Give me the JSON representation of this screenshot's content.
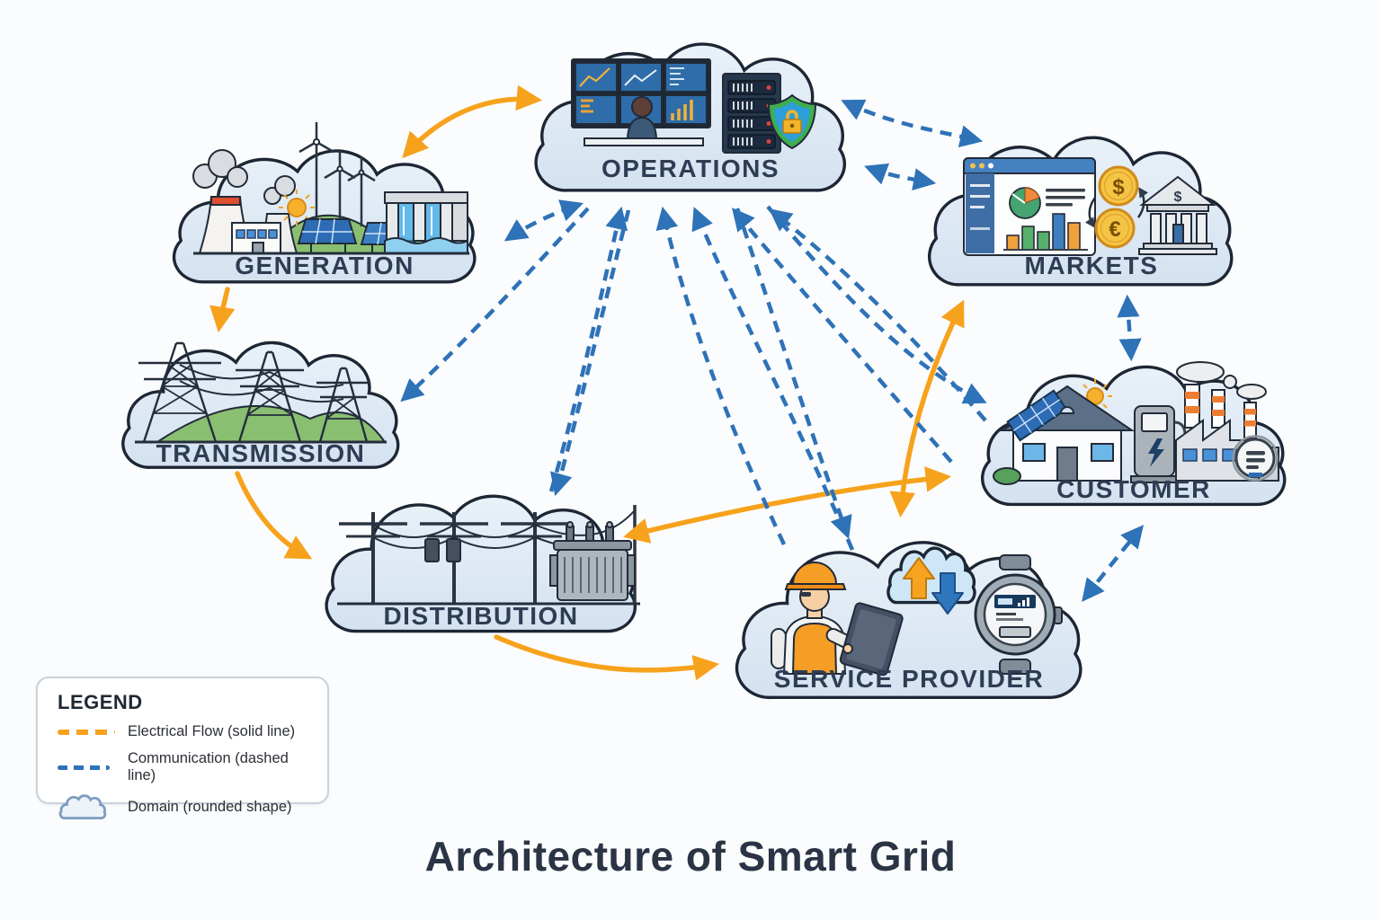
{
  "title": "Architecture of Smart Grid",
  "diagram": {
    "nodes": [
      {
        "id": "generation",
        "label": "GENERATION"
      },
      {
        "id": "transmission",
        "label": "TRANSMISSION"
      },
      {
        "id": "distribution",
        "label": "DISTRIBUTION"
      },
      {
        "id": "operations",
        "label": "OPERATIONS"
      },
      {
        "id": "markets",
        "label": "MARKETS"
      },
      {
        "id": "service_provider",
        "label": "SERVICE PROVIDER"
      },
      {
        "id": "customer",
        "label": "CUSTOMER"
      }
    ],
    "edges": [
      {
        "from": "generation",
        "to": "operations",
        "type": "electrical",
        "bidirectional": true
      },
      {
        "from": "generation",
        "to": "transmission",
        "type": "electrical",
        "bidirectional": false
      },
      {
        "from": "transmission",
        "to": "distribution",
        "type": "electrical",
        "bidirectional": false
      },
      {
        "from": "distribution",
        "to": "service_provider",
        "type": "electrical",
        "bidirectional": false
      },
      {
        "from": "distribution",
        "to": "customer",
        "type": "electrical",
        "bidirectional": true
      },
      {
        "from": "markets",
        "to": "service_provider",
        "type": "electrical",
        "bidirectional": true
      },
      {
        "from": "generation",
        "to": "operations",
        "type": "communication",
        "bidirectional": true
      },
      {
        "from": "operations",
        "to": "markets",
        "type": "communication",
        "bidirectional": true,
        "lines": 2
      },
      {
        "from": "operations",
        "to": "transmission",
        "type": "communication",
        "bidirectional": true
      },
      {
        "from": "operations",
        "to": "distribution",
        "type": "communication",
        "bidirectional": true
      },
      {
        "from": "operations",
        "to": "service_provider",
        "type": "communication",
        "bidirectional": true
      },
      {
        "from": "operations",
        "to": "customer",
        "type": "communication",
        "bidirectional": true
      },
      {
        "from": "markets",
        "to": "customer",
        "type": "communication",
        "bidirectional": true
      },
      {
        "from": "service_provider",
        "to": "customer",
        "type": "communication",
        "bidirectional": true
      }
    ],
    "symbols": {
      "coin_top": "$",
      "coin_bottom": "€",
      "bank_sign": "$"
    }
  },
  "legend": {
    "title": "LEGEND",
    "items": [
      {
        "swatch": "electrical",
        "label": "Electrical Flow (solid line)"
      },
      {
        "swatch": "communication",
        "label": "Communication (dashed line)"
      },
      {
        "swatch": "domain",
        "label": "Domain (rounded shape)"
      }
    ]
  },
  "colors": {
    "electrical": "#F7A21C",
    "communication": "#2E72B8",
    "cloud_fill": "#DDE8F4",
    "cloud_stroke": "#1D2634",
    "label_text": "#2E3D54",
    "title_text": "#2A3444",
    "background": "#FBFCFD"
  }
}
